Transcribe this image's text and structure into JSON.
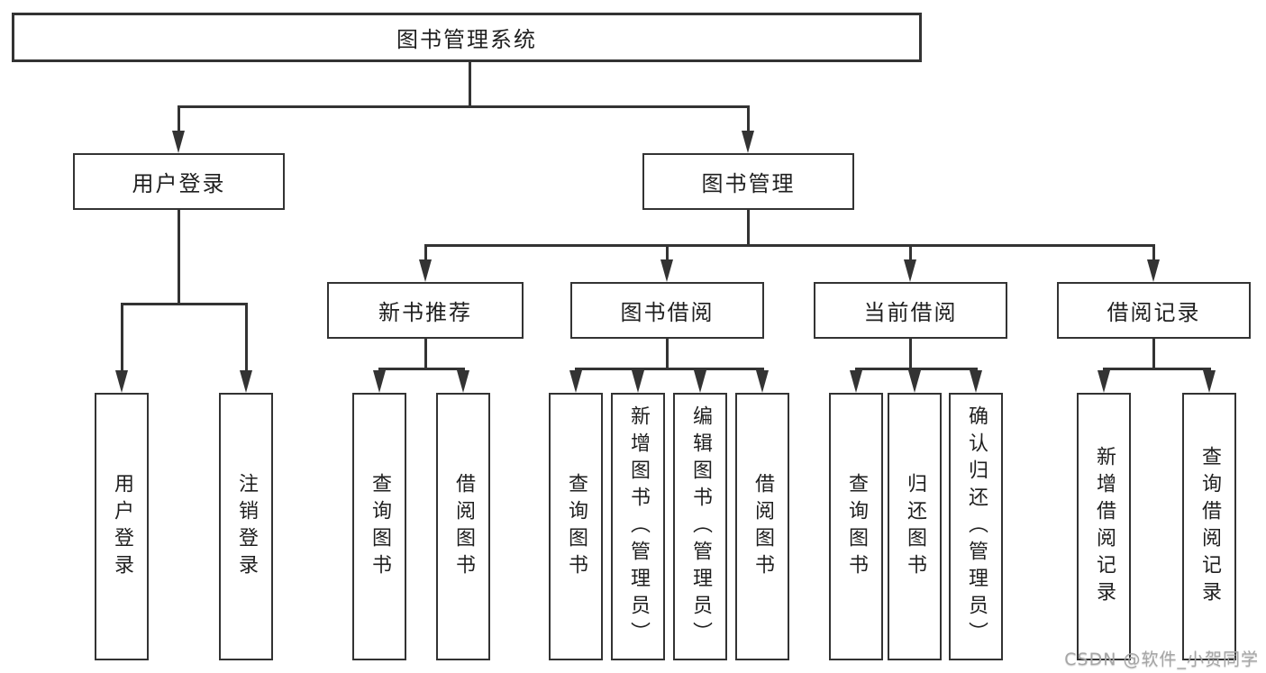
{
  "colors": {
    "line": "#333333",
    "text": "#1f1f1f",
    "box_bg": "#ffffff",
    "watermark": "#a6a6a6"
  },
  "watermark": {
    "text": "CSDN @软件_小贺同学"
  },
  "diagram": {
    "type": "tree",
    "root": {
      "label": "图书管理系统",
      "children": [
        {
          "label": "用户登录",
          "children": [
            {
              "label": "用户登录"
            },
            {
              "label": "注销登录"
            }
          ]
        },
        {
          "label": "图书管理",
          "children": [
            {
              "label": "新书推荐",
              "children": [
                {
                  "label": "查询图书"
                },
                {
                  "label": "借阅图书"
                }
              ]
            },
            {
              "label": "图书借阅",
              "children": [
                {
                  "label": "查询图书"
                },
                {
                  "label": "新增图书（管理员）"
                },
                {
                  "label": "编辑图书（管理员）"
                },
                {
                  "label": "借阅图书"
                }
              ]
            },
            {
              "label": "当前借阅",
              "children": [
                {
                  "label": "查询图书"
                },
                {
                  "label": "归还图书"
                },
                {
                  "label": "确认归还（管理员）"
                }
              ]
            },
            {
              "label": "借阅记录",
              "children": [
                {
                  "label": "新增借阅记录"
                },
                {
                  "label": "查询借阅记录"
                }
              ]
            }
          ]
        }
      ]
    }
  }
}
